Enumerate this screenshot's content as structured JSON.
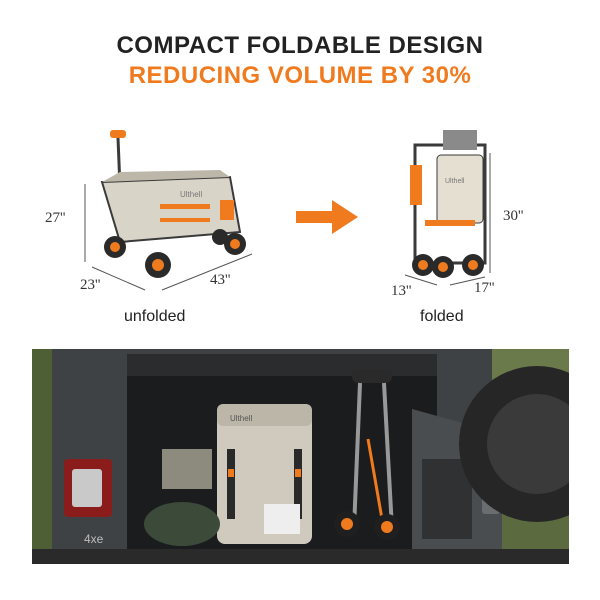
{
  "header": {
    "line1": "COMPACT FOLDABLE DESIGN",
    "line2": "REDUCING VOLUME BY 30%"
  },
  "unfolded": {
    "height_label": "27''",
    "depth_label": "23''",
    "width_label": "43''",
    "caption": "unfolded"
  },
  "folded": {
    "height_label": "30''",
    "depth_label": "13''",
    "width_label": "17''",
    "caption": "folded"
  },
  "brand": {
    "logo_text": "Ulthell"
  },
  "vehicle": {
    "badge": "4xe"
  },
  "colors": {
    "accent": "#f07b1f",
    "heading": "#222222",
    "cart_body": "#d9d4c8",
    "frame": "#3a3a3a"
  },
  "icons": {
    "arrow": "arrow-right-icon"
  }
}
